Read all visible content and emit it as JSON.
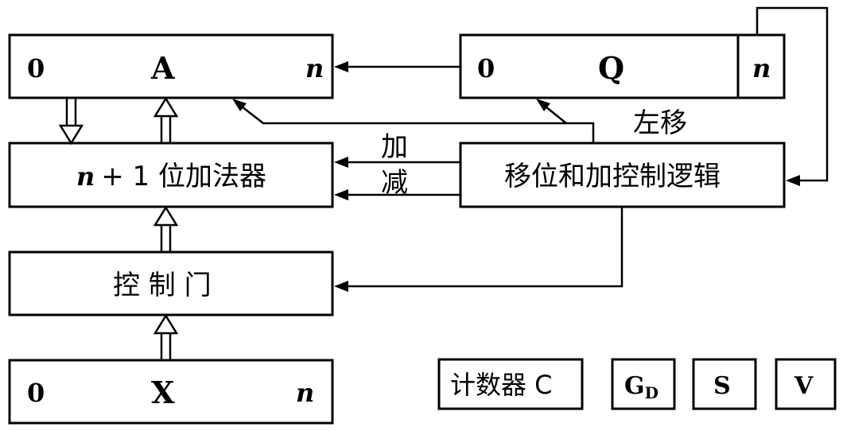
{
  "register_a": {
    "name": "A",
    "left_bit": "0",
    "right_bit": "n"
  },
  "register_q": {
    "name": "Q",
    "left_bit": "0",
    "right_bit": "n"
  },
  "register_x": {
    "name": "X",
    "left_bit": "0",
    "right_bit": "n"
  },
  "adder": {
    "prefix": "n",
    "suffix": "+ 1 位加法器"
  },
  "control_gate": {
    "label": "控 制 门"
  },
  "shift_logic": {
    "label": "移位和加控制逻辑"
  },
  "signals": {
    "left_shift": "左移",
    "add": "加",
    "subtract": "减"
  },
  "counter": {
    "label": "计数器 C"
  },
  "flags": {
    "gd_main": "G",
    "gd_sub": "D",
    "s": "S",
    "v": "V"
  }
}
